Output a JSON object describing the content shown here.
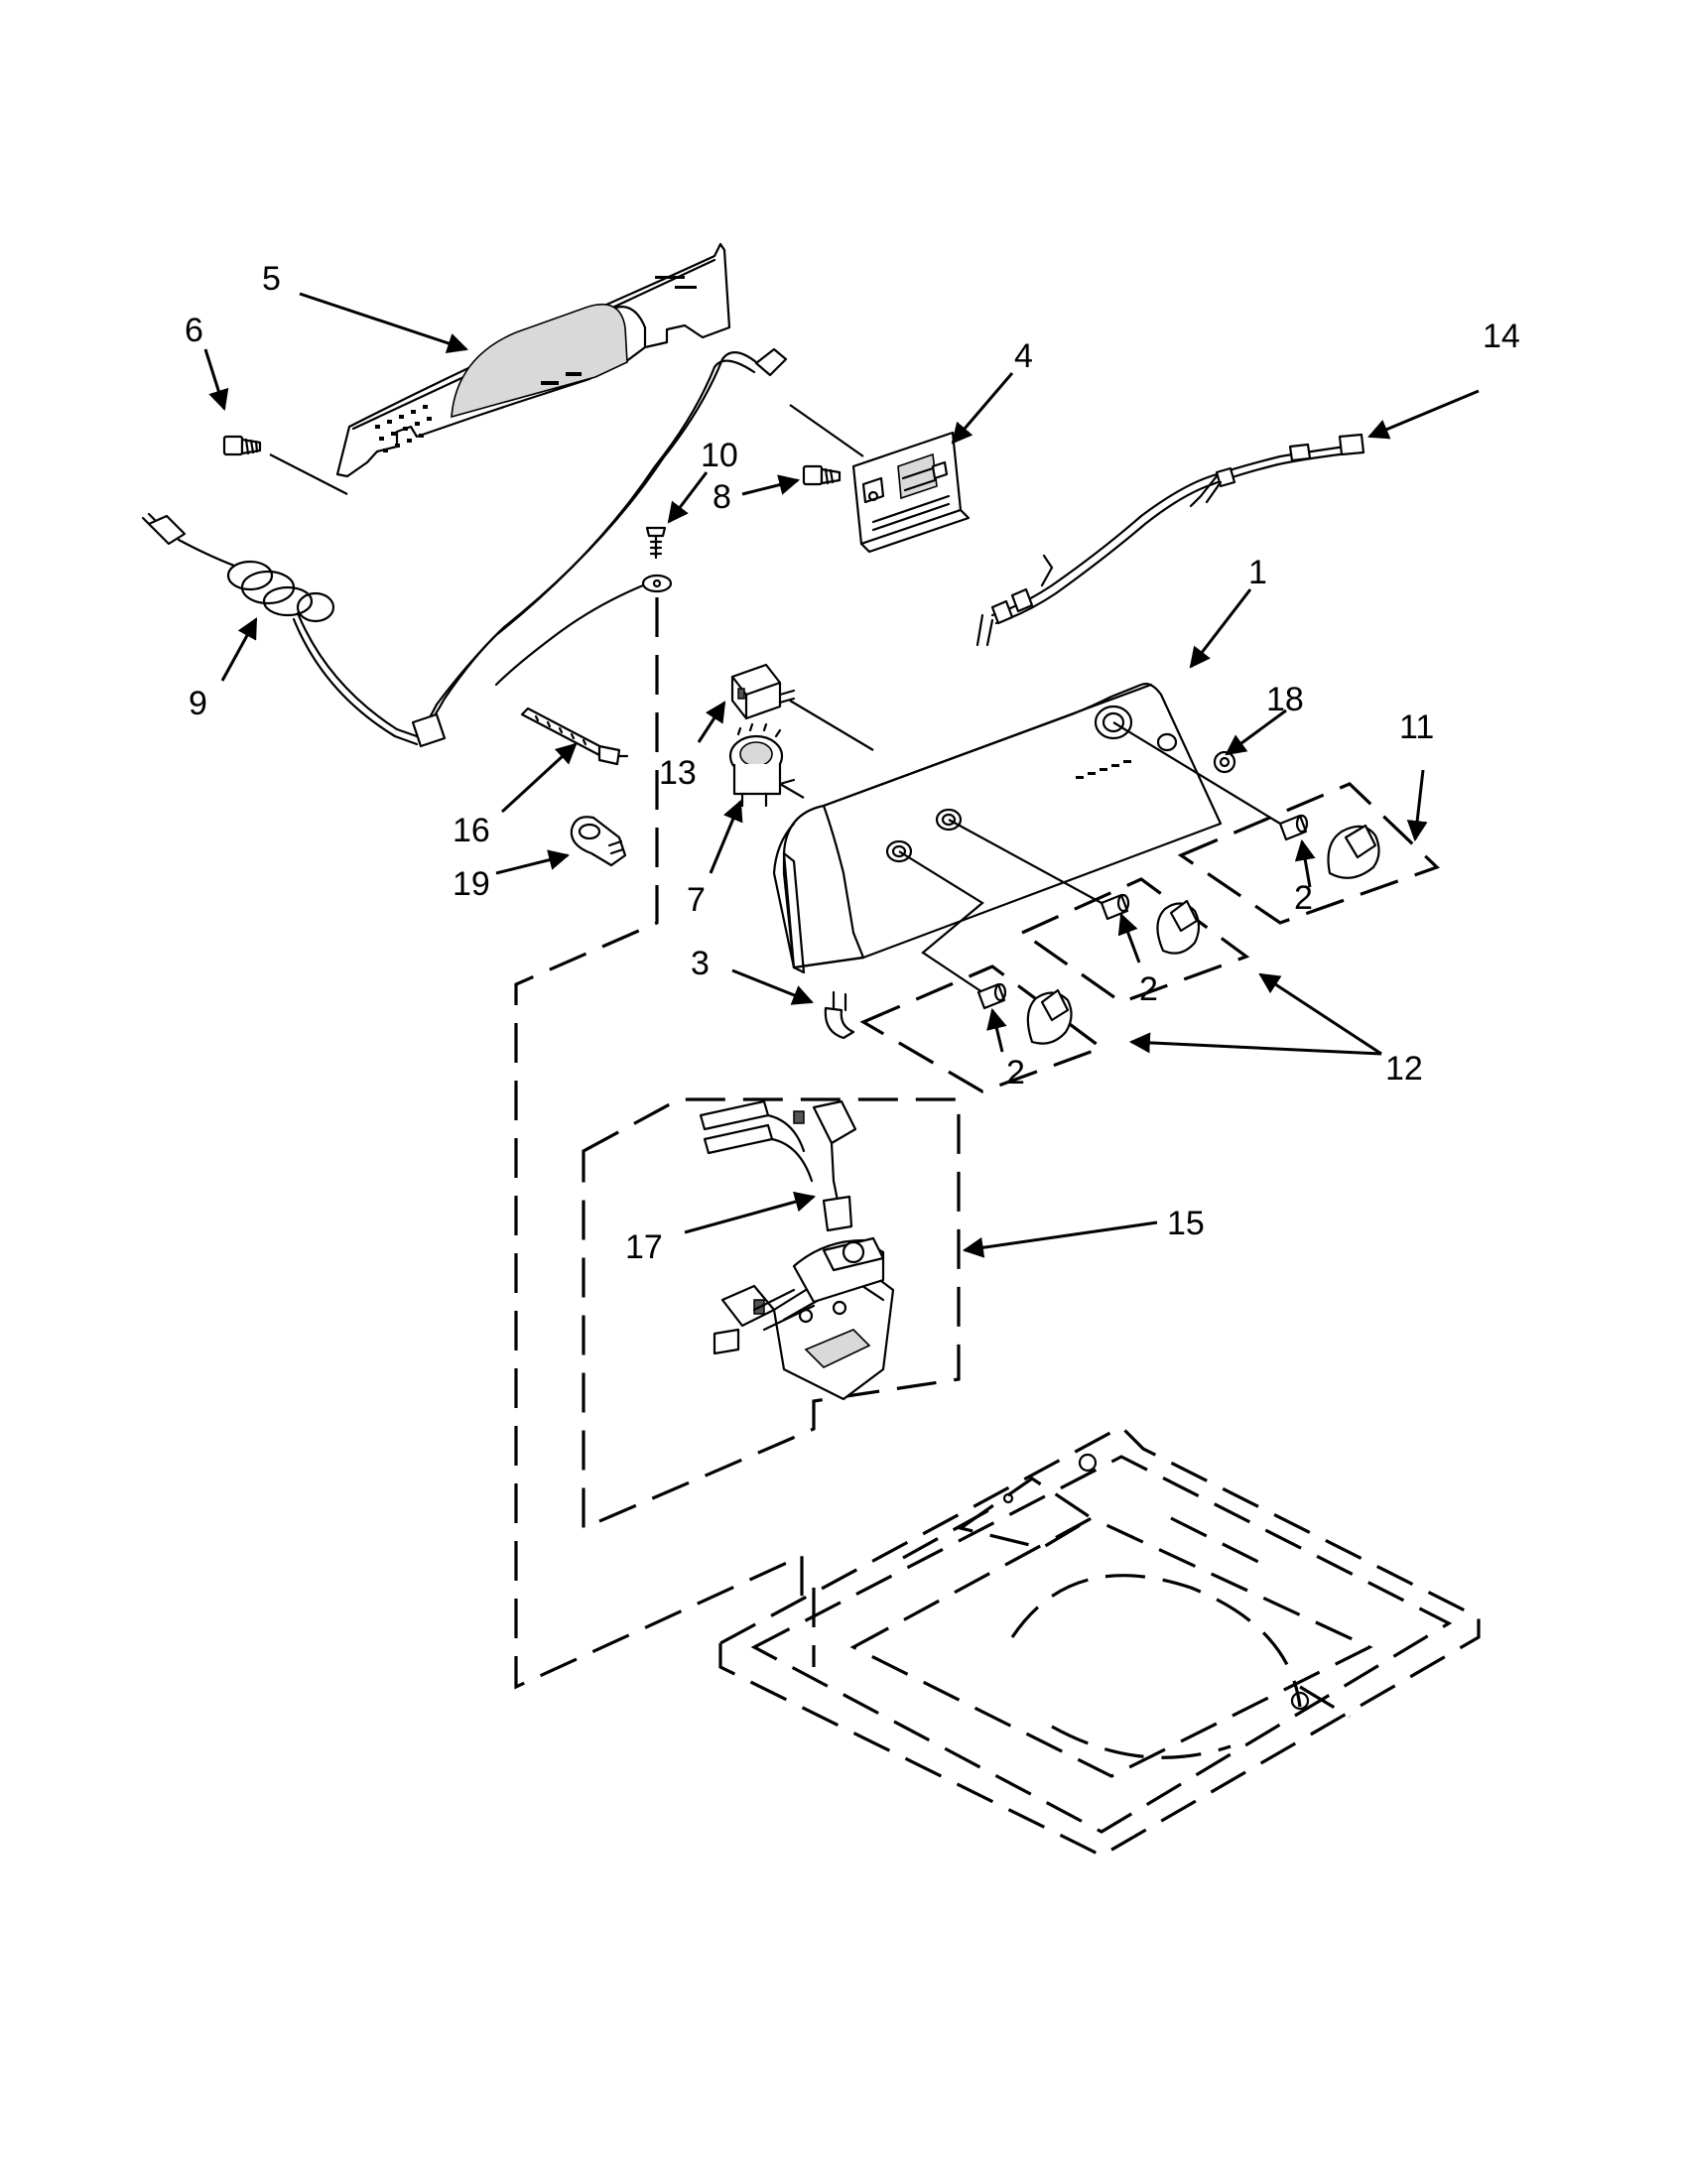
{
  "callouts": [
    {
      "id": "c1",
      "label": "1"
    },
    {
      "id": "c2a",
      "label": "2"
    },
    {
      "id": "c2b",
      "label": "2"
    },
    {
      "id": "c2c",
      "label": "2"
    },
    {
      "id": "c3",
      "label": "3"
    },
    {
      "id": "c4",
      "label": "4"
    },
    {
      "id": "c5",
      "label": "5"
    },
    {
      "id": "c6",
      "label": "6"
    },
    {
      "id": "c7",
      "label": "7"
    },
    {
      "id": "c8",
      "label": "8"
    },
    {
      "id": "c9",
      "label": "9"
    },
    {
      "id": "c10",
      "label": "10"
    },
    {
      "id": "c11",
      "label": "11"
    },
    {
      "id": "c12",
      "label": "12"
    },
    {
      "id": "c13",
      "label": "13"
    },
    {
      "id": "c14",
      "label": "14"
    },
    {
      "id": "c15",
      "label": "15"
    },
    {
      "id": "c16",
      "label": "16"
    },
    {
      "id": "c17",
      "label": "17"
    },
    {
      "id": "c18",
      "label": "18"
    },
    {
      "id": "c19",
      "label": "19"
    }
  ]
}
